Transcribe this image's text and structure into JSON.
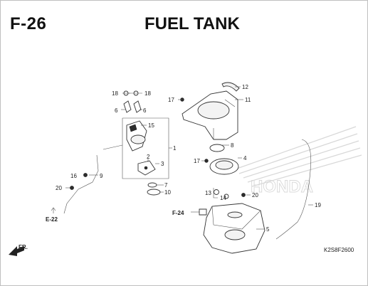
{
  "header": {
    "code": "F-26",
    "title": "FUEL TANK"
  },
  "callouts": {
    "p1": "1",
    "p2": "2",
    "p3": "3",
    "p4": "4",
    "p5": "5",
    "p6a": "6",
    "p6b": "6",
    "p7": "7",
    "p8": "8",
    "p9": "9",
    "p10": "10",
    "p11": "11",
    "p12": "12",
    "p13": "13",
    "p14": "14",
    "p15": "15",
    "p16": "16",
    "p17a": "17",
    "p17b": "17",
    "p18a": "18",
    "p18b": "18",
    "p19": "19",
    "p20a": "20",
    "p20b": "20"
  },
  "references": {
    "e22": "E-22",
    "f24": "F-24",
    "fr": "FR."
  },
  "watermark": "HONDA",
  "figure_code": "K2S8F2600",
  "colors": {
    "line": "#333333",
    "watermark": "#d8d8d8"
  }
}
